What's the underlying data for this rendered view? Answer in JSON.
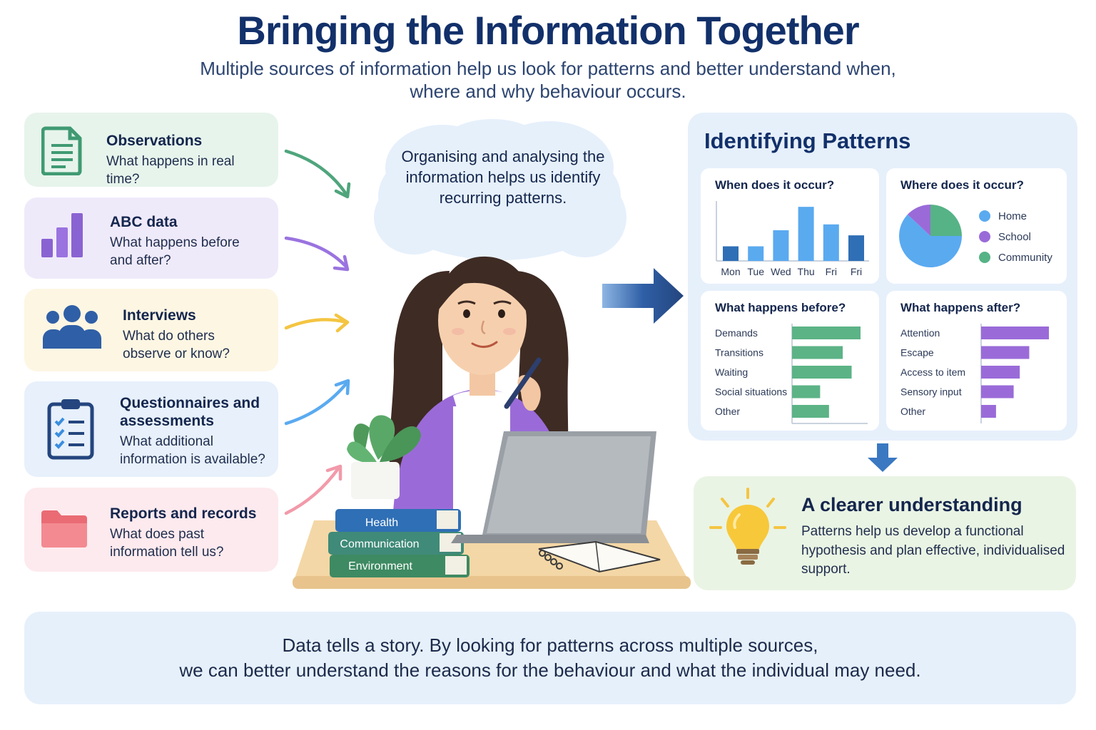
{
  "header": {
    "title": "Bringing the Information Together",
    "subtitle": "Multiple sources of information help us look for patterns and better understand when, where and why behaviour occurs."
  },
  "sources": [
    {
      "title": "Observations",
      "description": "What happens in real time?",
      "icon": "document-icon",
      "color": "#3f9a72",
      "bg": "#e7f4ec"
    },
    {
      "title": "ABC data",
      "description": "What happens before and after?",
      "icon": "bar-chart-icon",
      "color": "#8a63d2",
      "bg": "#efeafa"
    },
    {
      "title": "Interviews",
      "description": "What do others observe or know?",
      "icon": "people-icon",
      "color": "#2f5fa6",
      "bg": "#fdf6e3"
    },
    {
      "title": "Questionnaires and assessments",
      "description": "What additional information is available?",
      "icon": "clipboard-checklist-icon",
      "color": "#24457e",
      "bg": "#e7f0fb"
    },
    {
      "title": "Reports and records",
      "description": "What does past information tell us?",
      "icon": "folder-icon",
      "color": "#ea6b74",
      "bg": "#fdeaee"
    }
  ],
  "center": {
    "cloud_text": "Organising and analysing the information helps us identify recurring patterns.",
    "books": [
      "Health",
      "Communication",
      "Environment"
    ]
  },
  "patterns": {
    "title": "Identifying Patterns",
    "when": {
      "title": "When does it occur?",
      "chart_data": {
        "type": "bar",
        "categories": [
          "Mon",
          "Tue",
          "Wed",
          "Thu",
          "Fri",
          "Fri"
        ],
        "values": [
          2,
          2,
          4.2,
          7.4,
          5,
          3.5
        ],
        "ylim": [
          0,
          8
        ],
        "colors": [
          "#2f6fb5",
          "#5aaaf0",
          "#5aaaf0",
          "#5aaaf0",
          "#5aaaf0",
          "#2f6fb5"
        ]
      }
    },
    "where": {
      "title": "Where does it occur?",
      "chart_data": {
        "type": "pie",
        "categories": [
          "Home",
          "School",
          "Community"
        ],
        "values": [
          62,
          13,
          25
        ],
        "colors": [
          "#5aaaf0",
          "#9a6bd8",
          "#56b386"
        ]
      }
    },
    "before": {
      "title": "What happens before?",
      "chart_data": {
        "type": "bar",
        "orientation": "horizontal",
        "categories": [
          "Demands",
          "Transitions",
          "Waiting",
          "Social situations",
          "Other"
        ],
        "values": [
          100,
          74,
          87,
          41,
          54
        ],
        "color": "#5cb386"
      }
    },
    "after": {
      "title": "What happens after?",
      "chart_data": {
        "type": "bar",
        "orientation": "horizontal",
        "categories": [
          "Attention",
          "Escape",
          "Access to item",
          "Sensory input",
          "Other"
        ],
        "values": [
          100,
          71,
          57,
          48,
          22
        ],
        "color": "#9a6bd8"
      }
    }
  },
  "conclusion": {
    "title": "A clearer understanding",
    "description": "Patterns help us develop a functional hypothesis and plan effective, individualised support."
  },
  "footer": {
    "line1": "Data tells a story. By looking for patterns across multiple sources,",
    "line2": "we can better understand the reasons for the behaviour and what the individual may need."
  }
}
